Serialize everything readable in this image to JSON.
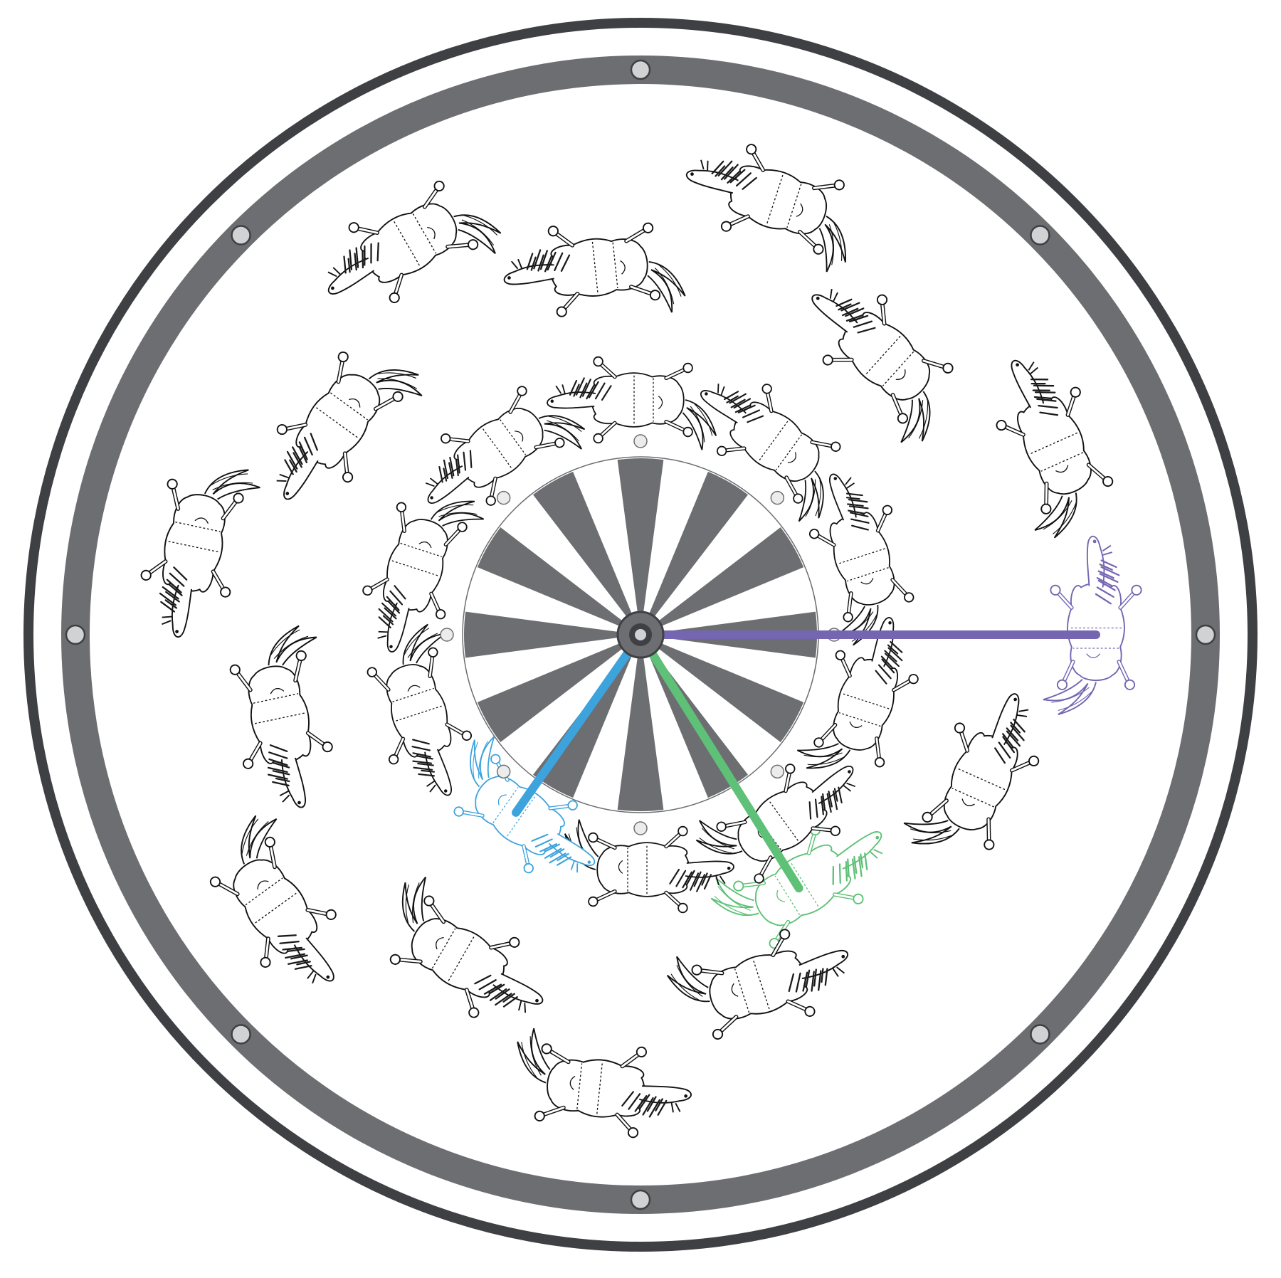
{
  "diagram": {
    "kind": "carousel-top-view",
    "colors": {
      "background": "#ffffff",
      "outer_ring_stroke": "#3f4043",
      "rim_band": "#6d6e71",
      "stud_fill": "#d1d2d4",
      "wedge_fill": "#6d6e71",
      "hub_outer": "#6d6e71",
      "hub_inner": "#3f4043",
      "horse_outline": "#111111",
      "mane": "#1a1a1a"
    },
    "rings": {
      "outer_row_horse_count": 15,
      "inner_row_horse_count": 10
    },
    "rim_stud_count": 8,
    "canopy_wedge_count": 24,
    "canopy_stud_count": 8,
    "highlights": [
      {
        "name": "purple-horse",
        "color": "#7466b1",
        "ring": "outer"
      },
      {
        "name": "blue-horse",
        "color": "#3da3dd",
        "ring": "inner"
      },
      {
        "name": "green-horse",
        "color": "#5ec177",
        "ring": "outer"
      }
    ]
  }
}
